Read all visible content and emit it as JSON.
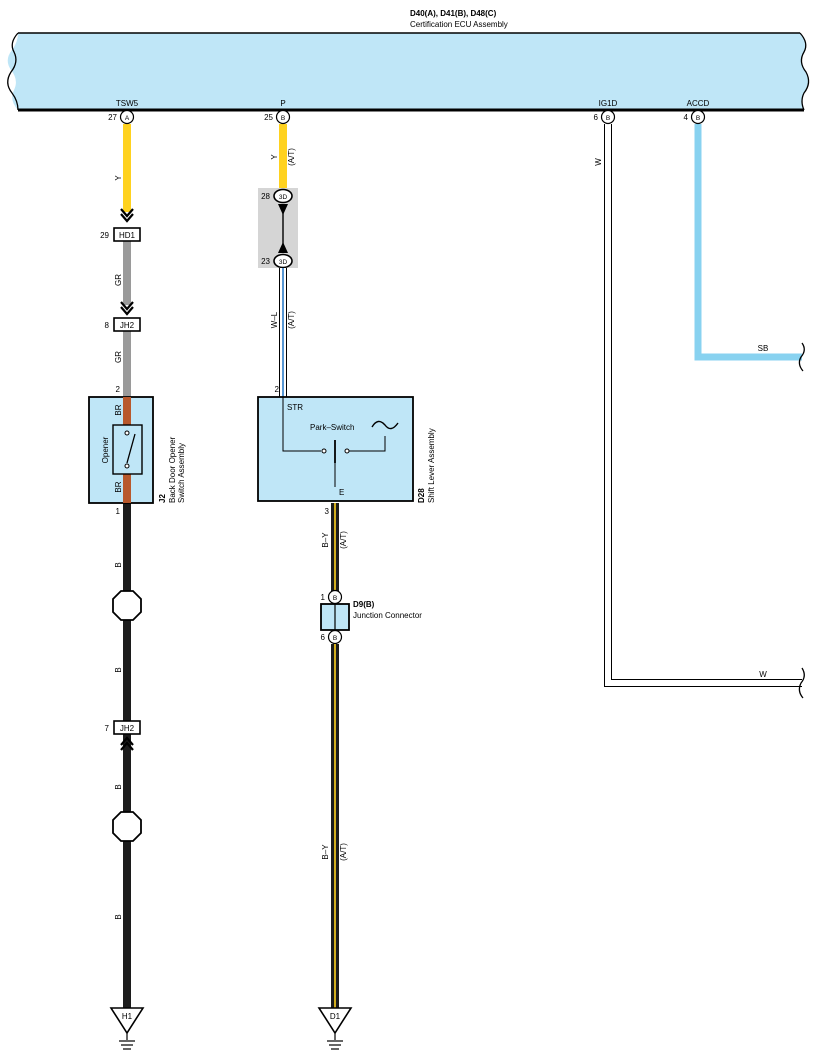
{
  "ecu": {
    "codes": "D40(A), D41(B), D48(C)",
    "name": "Certification ECU Assembly",
    "terminals": [
      {
        "name": "TSW5",
        "pin": "27",
        "connector": "A"
      },
      {
        "name": "P",
        "pin": "25",
        "connector": "B"
      },
      {
        "name": "IG1D",
        "pin": "6",
        "connector": "B"
      },
      {
        "name": "ACCD",
        "pin": "4",
        "connector": "B"
      }
    ]
  },
  "wires": {
    "tsw5_top": "Y",
    "tsw5_mid": "GR",
    "tsw5_low": "GR",
    "opener_top": "BR",
    "opener_bottom": "BR",
    "ground_1": "B",
    "ground_2": "B",
    "ground_3": "B",
    "ground_4": "B",
    "p_top": "Y",
    "p_top_note": "(A/T)",
    "p_mid": "W–L",
    "p_mid_note": "(A/T)",
    "shift_out": "B–Y",
    "shift_out_note": "(A/T)",
    "junction_out": "B–Y",
    "junction_out_note": "(A/T)",
    "ig1d": "W",
    "ig1d_branch": "W",
    "accd_branch": "SB"
  },
  "colors": {
    "yellow": "#FFD21F",
    "gray": "#9A9A9A",
    "brown": "#B8582C",
    "black": "#1C1C1C",
    "sky_blue": "#88D2F0",
    "white_wire": "#FFFFFF",
    "blue_stripe": "#2E7DC8",
    "component_fill": "#BFE6F7",
    "splice_fill": "#D5D5D5"
  },
  "connectors": {
    "hd1": {
      "pin": "29",
      "label": "HD1"
    },
    "jh2_top": {
      "pin": "8",
      "label": "JH2"
    },
    "jh2_bottom": {
      "pin": "7",
      "label": "JH2"
    },
    "splice_3d_top": {
      "pin": "28",
      "label": "3D"
    },
    "splice_3d_bottom": {
      "pin": "23",
      "label": "3D"
    }
  },
  "back_door_switch": {
    "code": "J2",
    "name_line1": "Back Door Opener",
    "name_line2": "Switch Assembly",
    "inner_label": "Opener",
    "pin_top": "2",
    "pin_bottom": "1"
  },
  "shift_lever": {
    "code": "D28",
    "name": "Shift Lever Assembly",
    "terminal_in": "STR",
    "terminal_out": "E",
    "switch_label": "Park–Switch",
    "pin_top": "2",
    "pin_bottom": "3"
  },
  "junction_connector": {
    "code": "D9(B)",
    "name": "Junction Connector",
    "pin_top": "1",
    "pin_top_connector": "B",
    "pin_bottom": "6",
    "pin_bottom_connector": "B"
  },
  "grounds": [
    {
      "label": "H1"
    },
    {
      "label": "D1"
    }
  ]
}
